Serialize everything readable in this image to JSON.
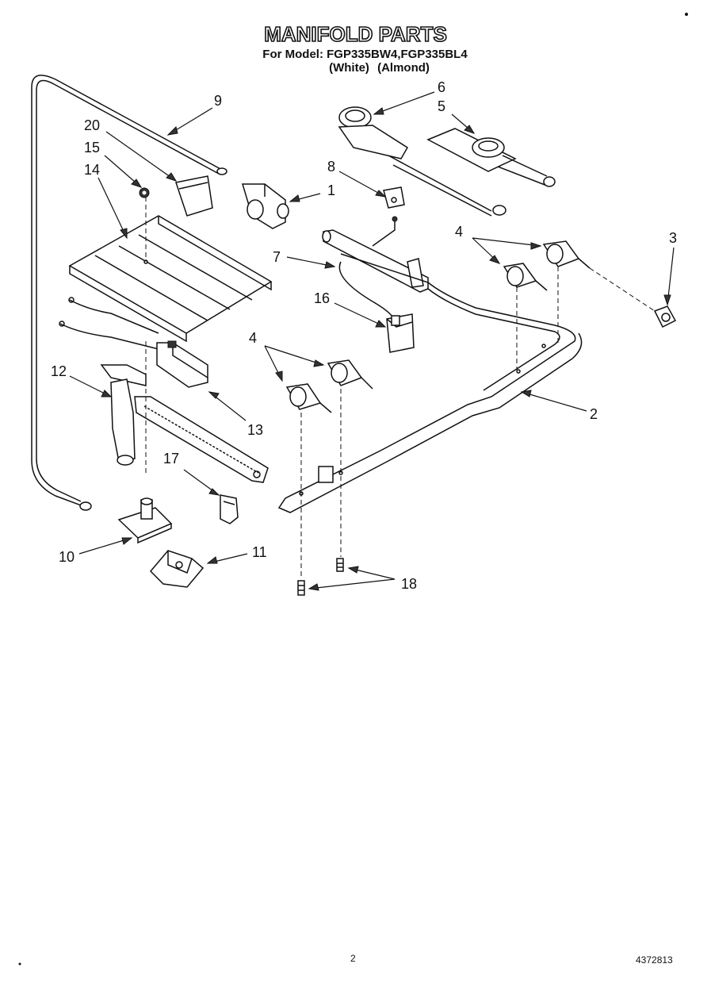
{
  "header": {
    "title": "MANIFOLD PARTS",
    "model_line": "For Model: FGP335BW4,FGP335BL4",
    "colors_line": "(White) (Almond)"
  },
  "callouts": {
    "c1": "1",
    "c2": "2",
    "c3": "3",
    "c4a": "4",
    "c4b": "4",
    "c5": "5",
    "c6": "6",
    "c7": "7",
    "c8": "8",
    "c9": "9",
    "c10": "10",
    "c11": "11",
    "c12": "12",
    "c13": "13",
    "c14": "14",
    "c15": "15",
    "c16": "16",
    "c17": "17",
    "c18": "18",
    "c20": "20"
  },
  "footer": {
    "page_number": "2",
    "document_number": "4372813"
  }
}
